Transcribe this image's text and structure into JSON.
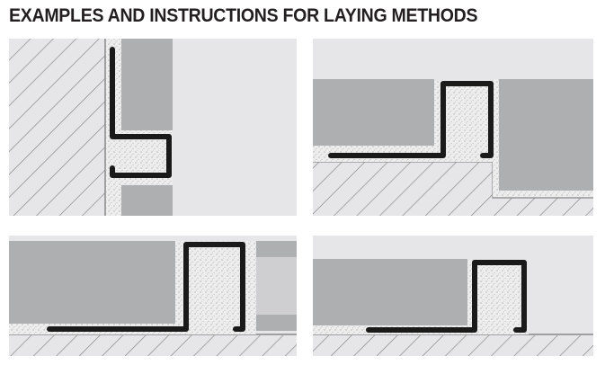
{
  "title": "EXAMPLES AND INSTRUCTIONS FOR LAYING METHODS",
  "colors": {
    "background": "#e6e6e8",
    "tile": "#aeafb1",
    "profile": "#1a1a1a",
    "mortar": "#ececec",
    "hatch_line": "#8a8a8a"
  },
  "diagrams": [
    {
      "name": "wall-corner-profile"
    },
    {
      "name": "floor-step-profile"
    },
    {
      "name": "floor-to-wall-profile"
    },
    {
      "name": "floor-edge-profile"
    }
  ]
}
